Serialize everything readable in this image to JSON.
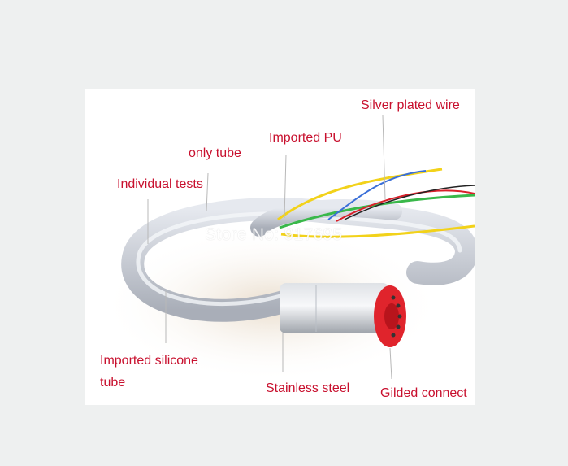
{
  "labels": {
    "silver": "Silver plated wire",
    "pu": "Imported PU",
    "only_tube": "only tube",
    "individual": "Individual tests",
    "silicone_line1": "Imported silicone",
    "silicone_line2": "tube",
    "steel": "Stainless steel",
    "connect": "Gilded connect"
  },
  "watermark": "Store No: 917695",
  "colors": {
    "label": "#c8102e",
    "tube": "#c9cdd5",
    "connector": "#e0242c",
    "wire_yellow": "#f2d21a",
    "wire_green": "#39b84a"
  }
}
